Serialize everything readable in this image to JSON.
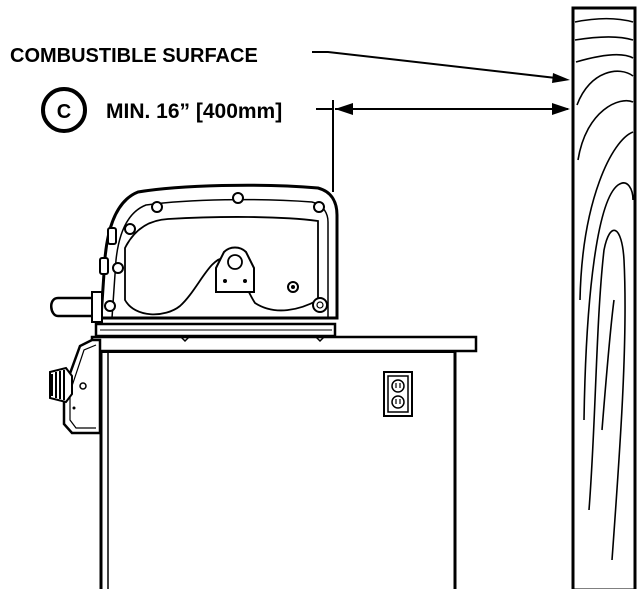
{
  "labels": {
    "surface": "COMBUSTIBLE SURFACE",
    "marker": "C",
    "clearance": "MIN. 16” [400mm]"
  },
  "colors": {
    "line": "#000000",
    "background": "#ffffff",
    "fill_light": "#f2f2f2"
  },
  "icons": {
    "outlet": "duplex-outlet-icon",
    "knob": "control-knob-icon"
  }
}
